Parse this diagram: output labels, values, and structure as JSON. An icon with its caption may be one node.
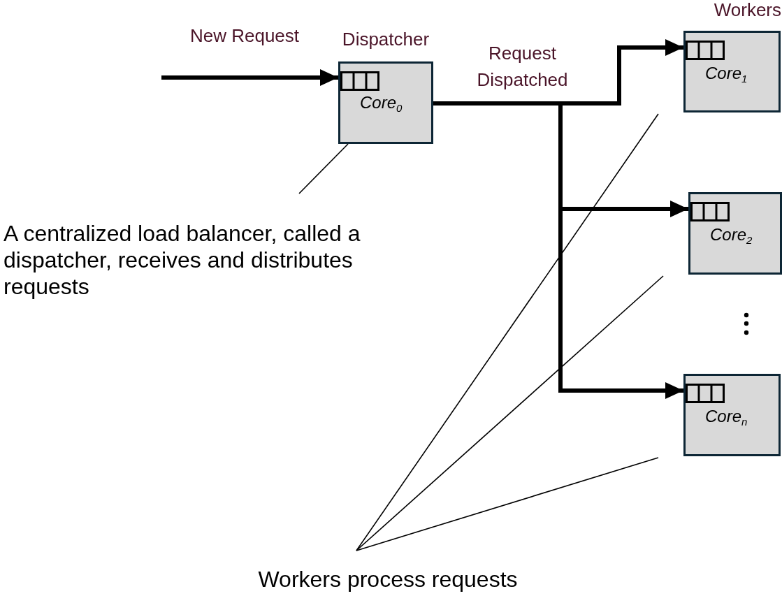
{
  "diagram": {
    "nodes": [
      {
        "text": [
          "Core$_{0}$"
        ],
        "beside": [
          "Dispatcher"
        ]
      },
      {
        "text": [
          "Core$_{1}$"
        ]
      },
      {
        "text": [
          "Core$_{2}$"
        ]
      },
      {
        "text": [
          "Core$_{n}$"
        ]
      },
      {
        "text": [
          "A centralized load balancer, called a dispatcher, receives and distributes requests"
        ]
      },
      {
        "text": [
          "Workers process requests"
        ]
      }
    ],
    "edges": [
      {
        "from": null,
        "to": 0,
        "arrow": "to",
        "label": "New Request",
        "style": "thick"
      },
      {
        "from": 0,
        "to": 1,
        "arrow": "to",
        "label": "Request Dispatched",
        "style": "thick"
      },
      {
        "from": 0,
        "to": 2,
        "arrow": "to",
        "style": "thick"
      },
      {
        "from": 0,
        "to": 3,
        "arrow": "to",
        "style": "thick"
      },
      {
        "from": 4,
        "to": 0,
        "arrow": "none"
      },
      {
        "from": 5,
        "to": 1,
        "arrow": "none"
      },
      {
        "from": 5,
        "to": 2,
        "arrow": "none"
      },
      {
        "from": 5,
        "to": 3,
        "arrow": "none"
      }
    ],
    "labels": [
      "Workers"
    ]
  }
}
